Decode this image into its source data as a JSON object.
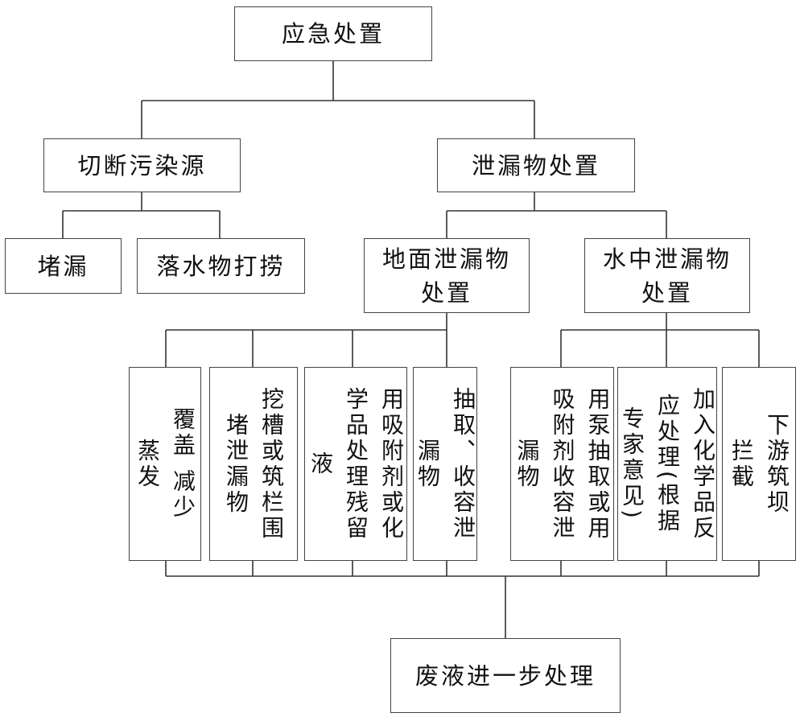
{
  "root": "应急处置",
  "level1": [
    "切断污染源",
    "泄漏物处置"
  ],
  "cut_source_children": [
    "堵漏",
    "落水物打捞"
  ],
  "spill_children": [
    "地面泄漏物处置",
    "水中泄漏物处置"
  ],
  "ground_methods": [
    {
      "columns": [
        "覆盖 减少",
        "蒸发"
      ]
    },
    {
      "columns": [
        "挖槽或筑栏围",
        "堵泄漏物"
      ]
    },
    {
      "columns": [
        "用吸附剂或化",
        "学品处理残留",
        "液"
      ]
    },
    {
      "columns": [
        "抽取、收容泄",
        "漏物"
      ]
    }
  ],
  "water_methods": [
    {
      "columns": [
        "用泵抽取或用",
        "吸附剂收容泄",
        "漏物"
      ]
    },
    {
      "columns": [
        "加入化学品反",
        "应处理(根据",
        "专家意见)"
      ]
    },
    {
      "columns": [
        "下游筑坝",
        "拦截"
      ]
    }
  ],
  "final": "废液进一步处理"
}
